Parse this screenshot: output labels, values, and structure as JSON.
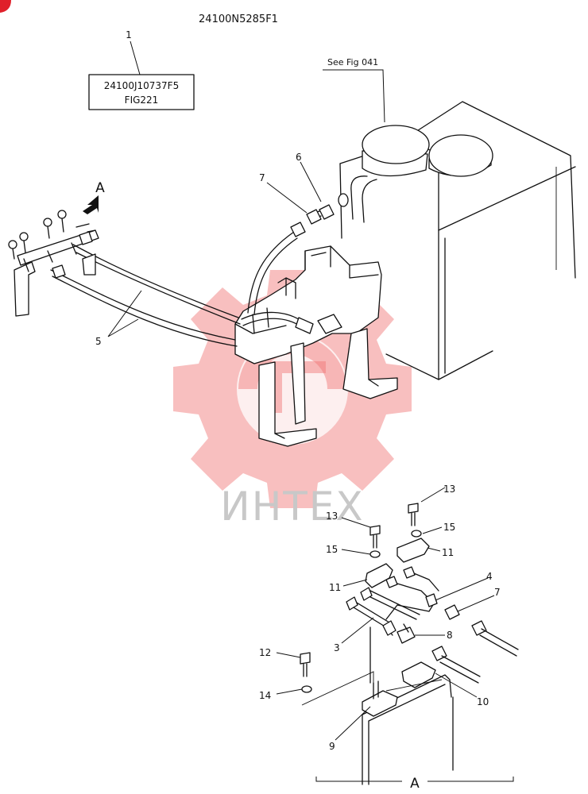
{
  "drawing_number": "24100N5285F1",
  "reference_box": {
    "line1": "24100J10737F5",
    "line2": "FIG221"
  },
  "see_fig": "See Fig 041",
  "view_marker": "A",
  "watermark": "ИНТЕХ",
  "colors": {
    "line": "#111111",
    "watermark": "#f07070"
  },
  "callouts": {
    "c1": "1",
    "c3": "3",
    "c4": "4",
    "c5": "5",
    "c6": "6",
    "c7_top": "7",
    "c7_detail": "7",
    "c8": "8",
    "c9": "9",
    "c10": "10",
    "c11_left": "11",
    "c11_right": "11",
    "c12": "12",
    "c13_left": "13",
    "c13_right": "13",
    "c14": "14",
    "c15_left": "15",
    "c15_right": "15"
  }
}
